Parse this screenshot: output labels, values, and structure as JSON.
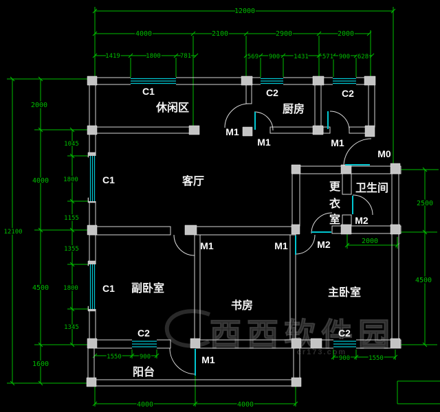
{
  "colors": {
    "background": "#000000",
    "dimension_green": "#00bf00",
    "wall_gray": "#d6d6d6",
    "window_cyan": "#00c8d2",
    "label_white": "#f2f2f2"
  },
  "rooms": {
    "leisure": "休闲区",
    "kitchen": "厨房",
    "living": "客厅",
    "bathroom": "卫生间",
    "dressing_chars": [
      "更",
      "衣",
      "室"
    ],
    "secondary_bedroom": "副卧室",
    "study": "书房",
    "master_bedroom": "主卧室",
    "balcony": "阳台"
  },
  "openings": {
    "window_c1": "C1",
    "window_c2": "C2",
    "door_m0": "M0",
    "door_m1": "M1",
    "door_m2": "M2"
  },
  "dimensions": {
    "overall_width": "12000",
    "overall_height": "12100",
    "top_level2": [
      "4000",
      "2100",
      "2900",
      "2000"
    ],
    "top_level3": [
      "1419",
      "1800",
      "781",
      "569",
      "900",
      "1431",
      "571",
      "900",
      "628"
    ],
    "left_level2": [
      "2000",
      "4000",
      "4500",
      "1600"
    ],
    "left_level3": [
      "1045",
      "1800",
      "1155",
      "1355",
      "1800",
      "1345"
    ],
    "right": [
      "2500",
      "4500"
    ],
    "bathroom_width": "2000",
    "bottom_inner_left": [
      "1550",
      "900"
    ],
    "bottom_inner_right": [
      "900",
      "1550"
    ],
    "bottom": [
      "4000",
      "4000"
    ]
  },
  "watermark": {
    "brand": "西西软件园",
    "site": "cr173.com"
  }
}
